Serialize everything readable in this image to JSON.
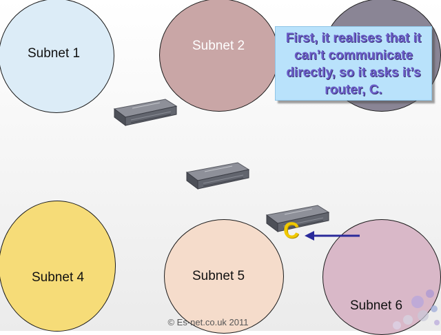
{
  "subnets": [
    {
      "label": "Subnet 1",
      "fill": "#dcecf7"
    },
    {
      "label": "Subnet 2",
      "fill": "#c9a6a6"
    },
    {
      "label": "",
      "fill": "#8a8595"
    },
    {
      "label": "Subnet 4",
      "fill": "#f6dc78"
    },
    {
      "label": "Subnet 5",
      "fill": "#f5dccb"
    },
    {
      "label": "Subnet 6",
      "fill": "#d9b8c8"
    }
  ],
  "routers": [
    {
      "icon": "router-icon"
    },
    {
      "icon": "router-icon"
    },
    {
      "icon": "router-icon",
      "label": "C"
    }
  ],
  "callout": {
    "text": "First, it realises that it can’t communicate directly, so it asks it’s router, C.",
    "fill": "#b9e2fb",
    "text_color": "#6a5cc8"
  },
  "router_label": {
    "text": "C",
    "color": "#f0c800"
  },
  "arrow": {
    "icon": "arrow-left-icon",
    "color": "#2a2a9a"
  },
  "copyright": "© Es-net.co.uk 2011"
}
